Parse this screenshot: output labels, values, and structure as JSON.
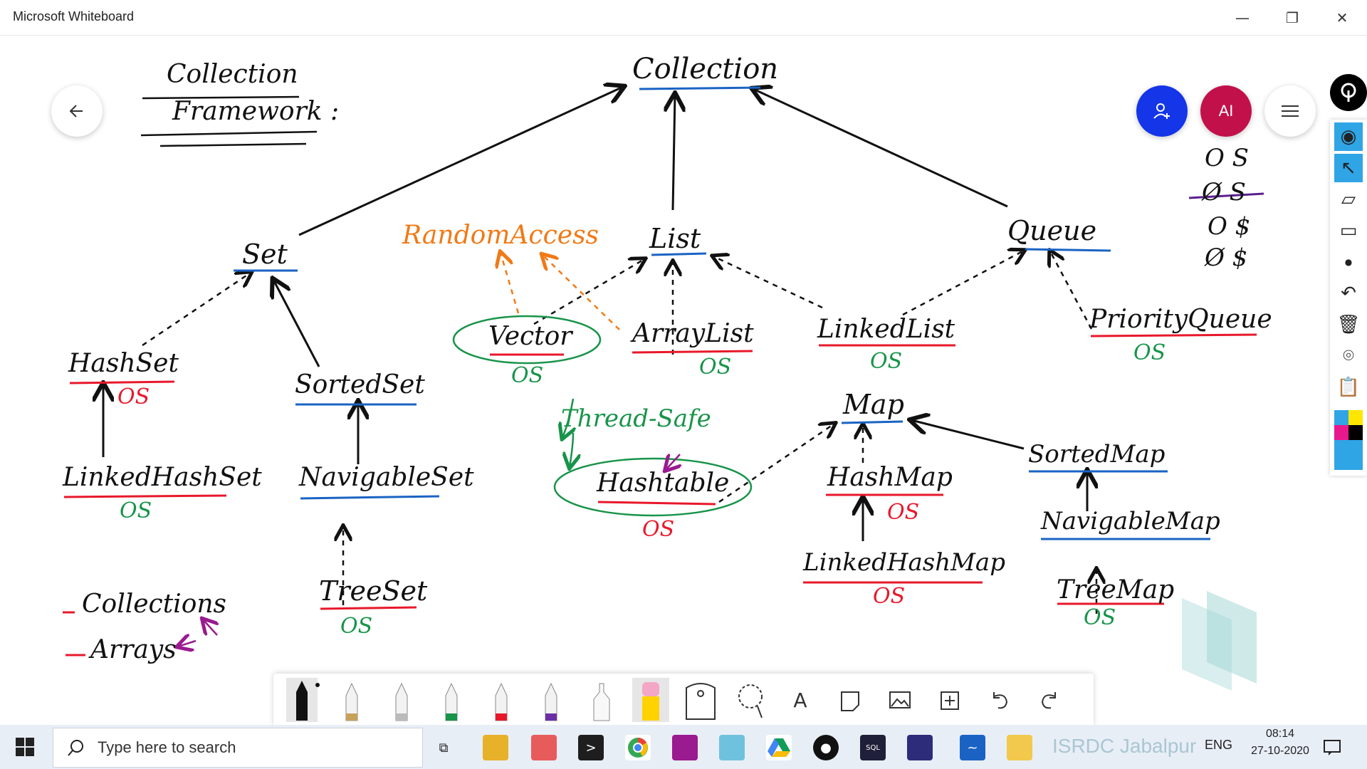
{
  "app": {
    "title": "Microsoft Whiteboard"
  },
  "window_controls": {
    "minimize": "—",
    "restore": "❐",
    "close": "✕"
  },
  "top_buttons": {
    "avatar_initials": "AI",
    "menu_icon": "hamburger-icon",
    "back_icon": "back-arrow-icon",
    "invite_icon": "invite-user-icon"
  },
  "colors": {
    "invite": "#1435e8",
    "avatar": "#c2104b",
    "ink_black": "#111111",
    "ink_red": "#e8182b",
    "ink_green": "#18944a",
    "ink_orange": "#f07a16",
    "ink_blue": "#1a63c4",
    "ink_purple": "#9a1a8f"
  },
  "board": {
    "title_line1": "Collection",
    "title_line2": "Framework :",
    "nodes": {
      "collection": "Collection",
      "set": "Set",
      "list": "List",
      "queue": "Queue",
      "hashset": "HashSet",
      "sortedset": "SortedSet",
      "linkedhashset": "LinkedHashSet",
      "navigableset": "NavigableSet",
      "treeset": "TreeSet",
      "randomaccess": "RandomAccess",
      "vector": "Vector",
      "arraylist": "ArrayList",
      "linkedlist": "LinkedList",
      "priorityqueue": "PriorityQueue",
      "threadsafe": "Thread-Safe",
      "hashtable": "Hashtable",
      "map": "Map",
      "hashmap": "HashMap",
      "linkedhashmap": "LinkedHashMap",
      "sortedmap": "SortedMap",
      "navigablemap": "NavigableMap",
      "treemap": "TreeMap"
    },
    "os_labels": {
      "hashset": "OS",
      "linkedhashset": "OS",
      "treeset": "OS",
      "vector": "OS",
      "arraylist": "OS",
      "linkedlist": "OS",
      "priorityqueue": "OS",
      "hashtable": "OS",
      "hashmap": "OS",
      "linkedhashmap": "OS",
      "treemap": "OS"
    },
    "legend": {
      "os1": "O S",
      "os2": "Ø S",
      "os3": "O $",
      "os4": "Ø $"
    },
    "notes": {
      "collections": "Collections",
      "arrays": "Arrays"
    }
  },
  "toolbar": {
    "tools": [
      "black-pen-icon",
      "gold-pen-icon",
      "silver-pen-icon",
      "green-pen-icon",
      "red-pen-icon",
      "purple-pen-icon",
      "highlighter-icon",
      "eraser-icon",
      "ruler-icon",
      "lasso-icon",
      "text-icon",
      "note-icon",
      "image-icon",
      "add-icon",
      "undo-icon",
      "redo-icon"
    ],
    "text_tool_label": "A"
  },
  "right_rail": [
    "pen-settings-icon",
    "view-icon",
    "select-icon",
    "ruler-icon",
    "eraser-icon",
    "dot-icon",
    "undo-icon",
    "delete-icon",
    "camera-icon",
    "clipboard-icon",
    "color-palette-icon"
  ],
  "taskbar": {
    "search_placeholder": "Type here to search",
    "lang": "ENG",
    "time": "08:14",
    "date": "27-10-2020",
    "watermark": "ISRDC Jabalpur"
  }
}
